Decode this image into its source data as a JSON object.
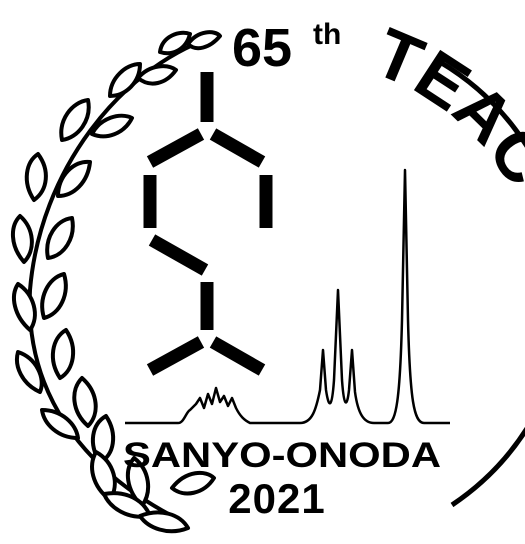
{
  "logo": {
    "ordinal_number": "65",
    "ordinal_suffix": "th",
    "acronym": "TEAC",
    "city": "SANYO-ONODA",
    "year": "2021",
    "icons": [
      "laurel-wreath-icon",
      "molecule-structure-icon",
      "spectrum-peaks-icon"
    ],
    "colors": {
      "ink": "#000000",
      "background": "#ffffff"
    }
  }
}
